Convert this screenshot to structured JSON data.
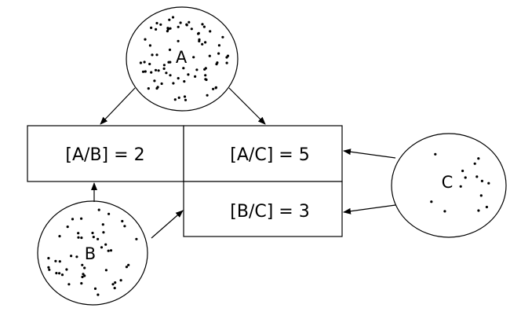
{
  "circles": {
    "a": {
      "label": "A"
    },
    "b": {
      "label": "B"
    },
    "c": {
      "label": "C"
    }
  },
  "boxes": {
    "ab": {
      "text": "[A/B] = 2"
    },
    "ac": {
      "text": "[A/C] = 5"
    },
    "bc": {
      "text": "[B/C] = 3"
    }
  }
}
